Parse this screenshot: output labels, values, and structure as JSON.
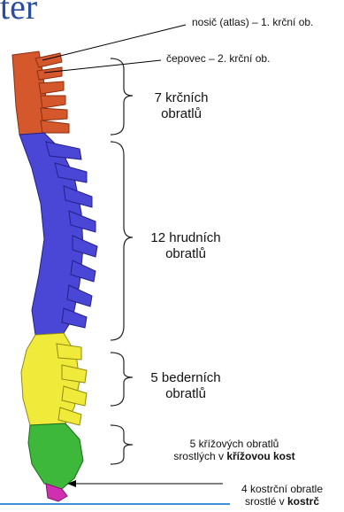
{
  "title_fragment": "ter",
  "labels": {
    "atlas": "nosič (atlas) – 1. krční ob.",
    "axis": "čepovec – 2. krční ob.",
    "cervical_line1": "7 krčních",
    "cervical_line2": "obratlů",
    "thoracic_line1": "12 hrudních",
    "thoracic_line2": "obratlů",
    "lumbar_line1": "5 bederních",
    "lumbar_line2": "obratlů",
    "sacral_line1": "5 křížových obratlů",
    "sacral_line2_prefix": "srostlých v ",
    "sacral_line2_bold": "křížovou kost",
    "coccyx_line1": "4 kostrční obratle",
    "coccyx_line2_prefix": "srostlé v ",
    "coccyx_line2_bold": "kostrč"
  },
  "colors": {
    "cervical": "#d4582c",
    "thoracic": "#4a47d6",
    "lumbar": "#f0ea3a",
    "sacral": "#3db83a",
    "coccyx": "#d030b0",
    "title": "#2a4fa0",
    "rule": "#3c8fd8"
  }
}
